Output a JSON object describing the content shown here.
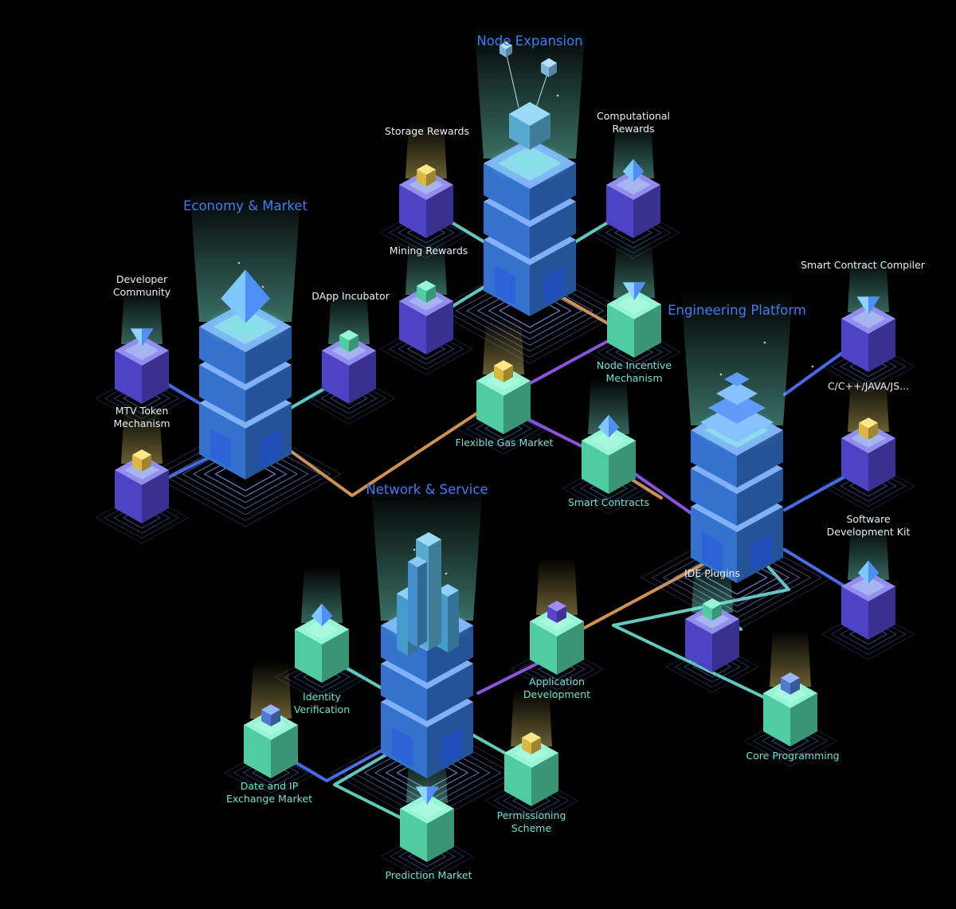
{
  "hubs": {
    "node_expansion": {
      "title": "Node Expansion"
    },
    "economy_market": {
      "title": "Economy & Market"
    },
    "engineering_platform": {
      "title": "Engineering Platform"
    },
    "network_service": {
      "title": "Network & Service"
    }
  },
  "nodes": {
    "storage_rewards": {
      "label": "Storage Rewards"
    },
    "computational_rewards": {
      "line1": "Computational",
      "line2": "Rewards"
    },
    "mining_rewards": {
      "label": "Mining Rewards"
    },
    "node_incentive": {
      "line1": "Node Incentive",
      "line2": "Mechanism"
    },
    "developer_community": {
      "line1": "Developer",
      "line2": "Community"
    },
    "dapp_incubator": {
      "label": "DApp Incubator"
    },
    "mtv_token": {
      "line1": "MTV Token",
      "line2": "Mechanism"
    },
    "flexible_gas": {
      "label": "Flexible Gas Market"
    },
    "smart_contracts": {
      "label": "Smart Contracts"
    },
    "smart_contract_compiler": {
      "label": "Smart Contract  Compiler"
    },
    "languages": {
      "label": "C/C++/JAVA/JS..."
    },
    "sdk": {
      "line1": "Software",
      "line2": "Development Kit"
    },
    "ide_plugins": {
      "label": "IDE Plugins"
    },
    "core_programming": {
      "label": "Core Programming"
    },
    "application_development": {
      "line1": "Application",
      "line2": "Development"
    },
    "identity_verification": {
      "line1": "Identity",
      "line2": "Verification"
    },
    "data_ip_exchange": {
      "line1": "Date and IP",
      "line2": "Exchange Market"
    },
    "permissioning": {
      "line1": "Permissioning",
      "line2": "Scheme"
    },
    "prediction_market": {
      "label": "Prediction Market"
    }
  },
  "colors": {
    "background": "#000000",
    "hub_title": "#3f7cf2",
    "label_white": "#e9eef5",
    "label_cyan": "#6fe3cf",
    "cube_purple": "#5b4fe8",
    "cube_mint": "#5ef0bf",
    "cube_blue": "#3c86f3",
    "gem_gold": "#ffd84a",
    "line_blue": "#4f74ff",
    "line_cyan": "#6de0d0",
    "line_purple": "#9b5cf6",
    "line_orange": "#e8a25a"
  }
}
